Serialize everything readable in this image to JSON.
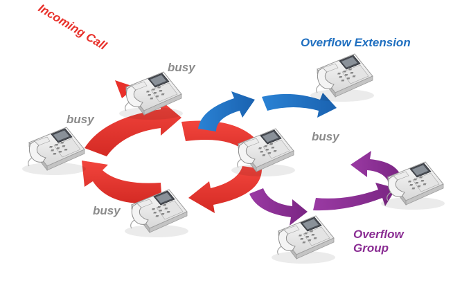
{
  "labels": {
    "incoming_call": "Incoming Call",
    "overflow_extension": "Overflow Extension",
    "overflow_group_line1": "Overflow",
    "overflow_group_line2": "Group",
    "busy_top": "busy",
    "busy_left": "busy",
    "busy_right": "busy",
    "busy_bottom": "busy"
  },
  "colors": {
    "incoming": "#e8302a",
    "ring": "#e8302a",
    "overflow_extension": "#1f6fc0",
    "overflow_group": "#8a2d93",
    "busy_text": "#8a8a8a"
  },
  "icons": {
    "phone": "desk-telephone-icon"
  }
}
